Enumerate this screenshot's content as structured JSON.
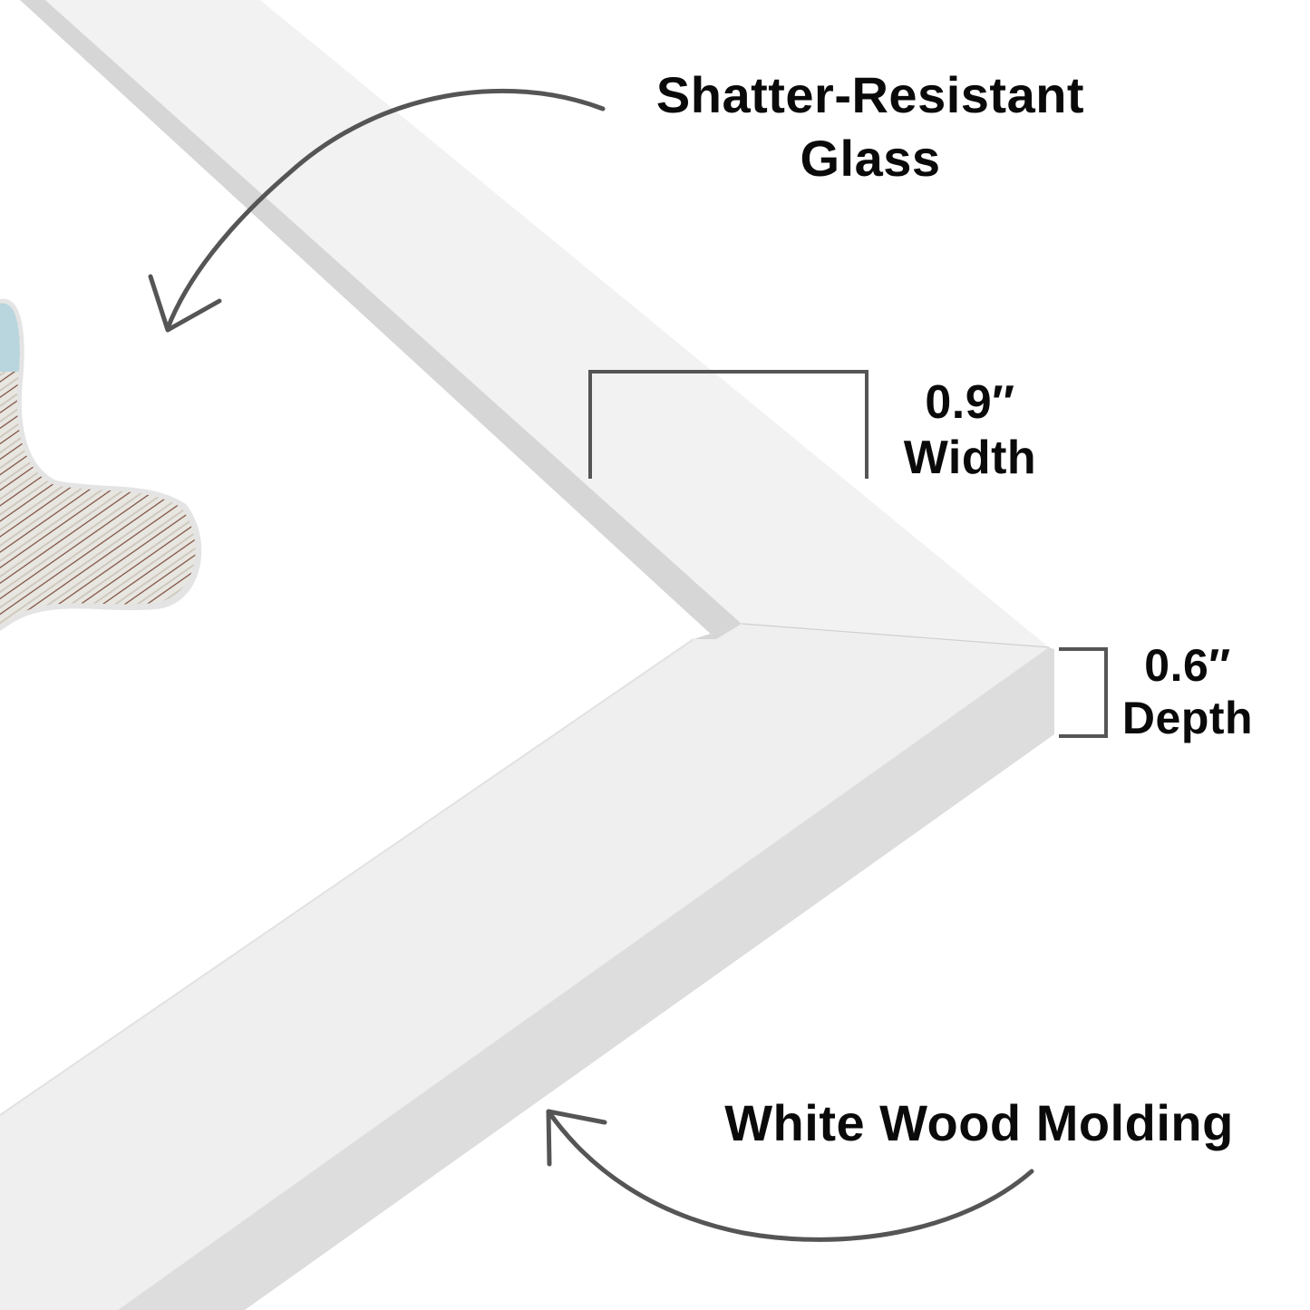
{
  "callouts": {
    "glass": {
      "line1": "Shatter-Resistant",
      "line2": "Glass"
    },
    "width": {
      "value": "0.9″",
      "label": "Width"
    },
    "depth": {
      "value": "0.6″",
      "label": "Depth"
    },
    "molding": {
      "label": "White Wood Molding"
    }
  },
  "colors": {
    "frame_face_top": "#f2f2f2",
    "frame_face_bottom": "#efefef",
    "frame_side": "#dddddd",
    "frame_lip": "#d6d6d6",
    "annotation": "#555555",
    "text": "#0a0a0a"
  }
}
